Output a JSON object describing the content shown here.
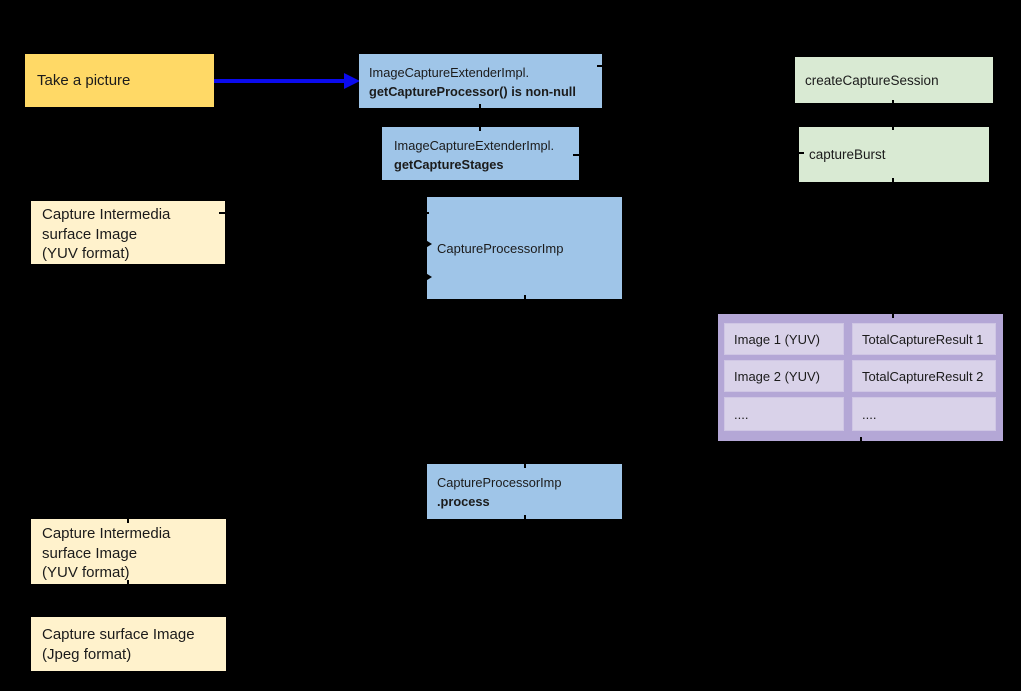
{
  "background_color": "#000000",
  "colors": {
    "node_yellow": "#ffd966",
    "node_cream": "#fff2cc",
    "node_blue": "#9fc5e8",
    "node_green": "#d9ead3",
    "table_outer_purple": "#b4a7d6",
    "table_cell_purple": "#d9d2e9",
    "arrow_blue": "#0b0bee",
    "text": "#1b1b1b"
  },
  "nodes": {
    "take_picture": {
      "label": "Take a picture"
    },
    "get_capture_processor": {
      "line1": "ImageCaptureExtenderImpl.",
      "line2": "getCaptureProcessor() is non-null"
    },
    "get_capture_stages": {
      "line1": "ImageCaptureExtenderImpl.",
      "line2": "getCaptureStages"
    },
    "capture_intermedia_top": {
      "line1": "Capture Intermedia",
      "line2": "surface Image",
      "line3": "(YUV format)"
    },
    "capture_processor": {
      "label": "CaptureProcessorImp"
    },
    "create_capture_session": {
      "label": "createCaptureSession"
    },
    "capture_burst": {
      "label": "captureBurst"
    },
    "capture_process": {
      "line1": "CaptureProcessorImp",
      "line2": ".process"
    },
    "capture_intermedia_bottom": {
      "line1": "Capture Intermedia",
      "line2": "surface Image",
      "line3": "(YUV format)"
    },
    "capture_surface_jpeg": {
      "line1": "Capture surface Image",
      "line2": "(Jpeg format)"
    }
  },
  "result_table": {
    "rows": [
      {
        "image": "Image 1 (YUV)",
        "result": "TotalCaptureResult 1"
      },
      {
        "image": "Image 2 (YUV)",
        "result": "TotalCaptureResult 2"
      },
      {
        "image": "....",
        "result": "...."
      }
    ]
  }
}
